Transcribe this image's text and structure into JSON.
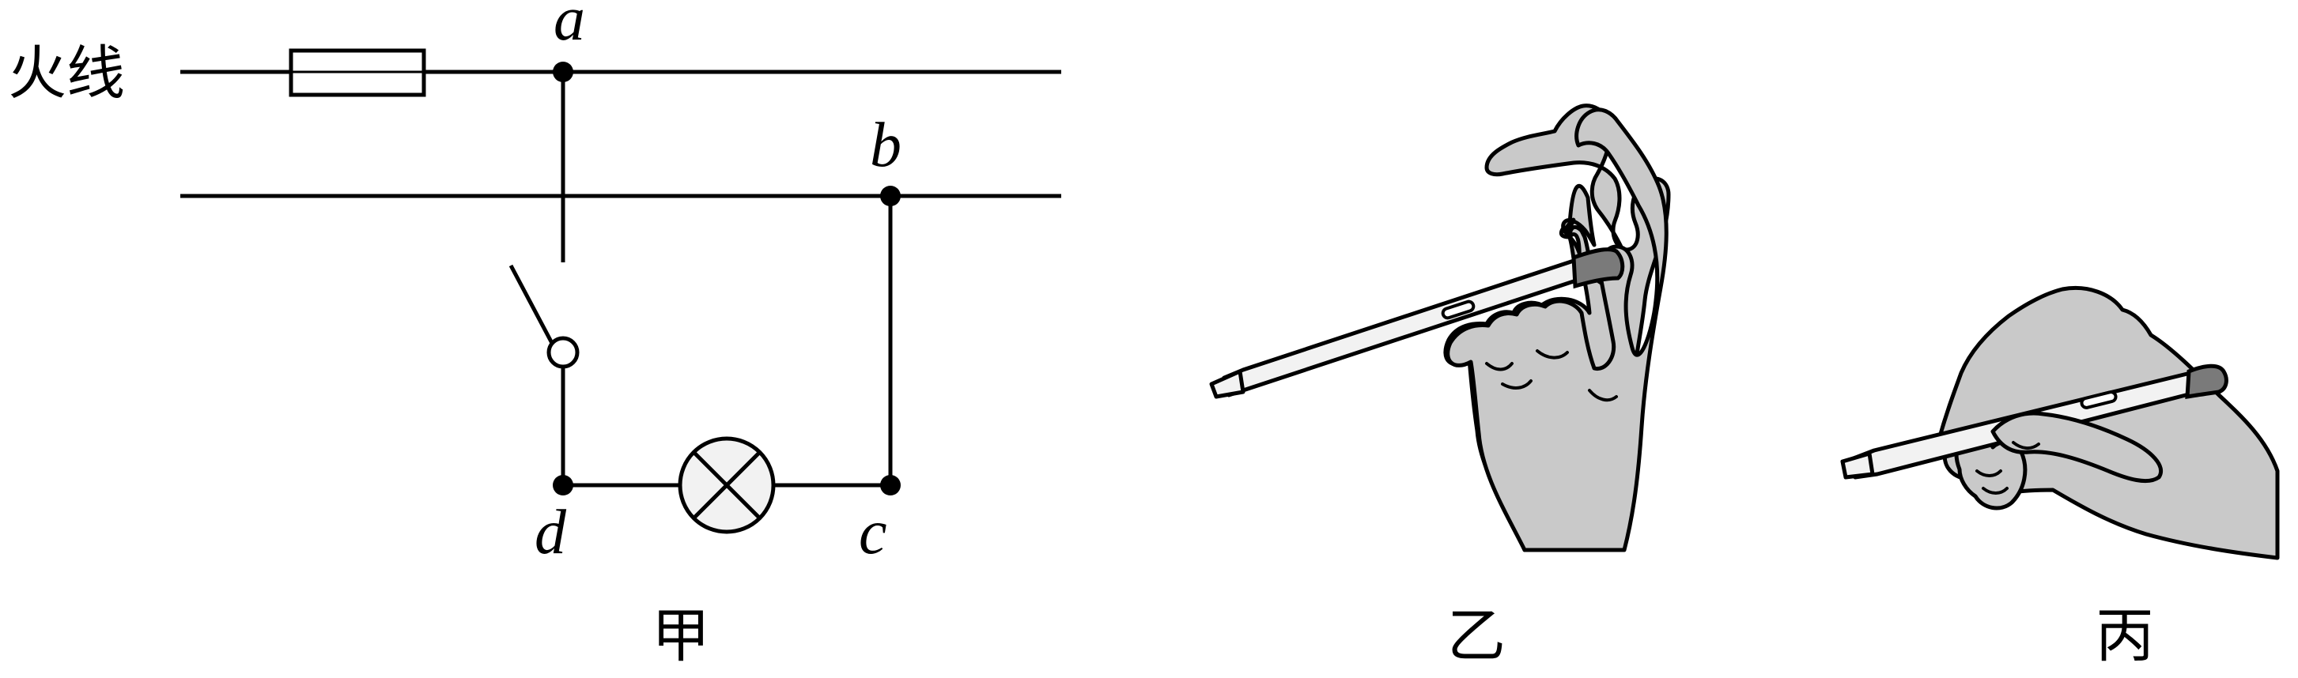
{
  "circuit": {
    "live_wire_label": "火线",
    "point_a": "a",
    "point_b": "b",
    "point_c": "c",
    "point_d": "d",
    "caption": "甲"
  },
  "figure_yi": {
    "caption": "乙"
  },
  "figure_bing": {
    "caption": "丙"
  }
}
